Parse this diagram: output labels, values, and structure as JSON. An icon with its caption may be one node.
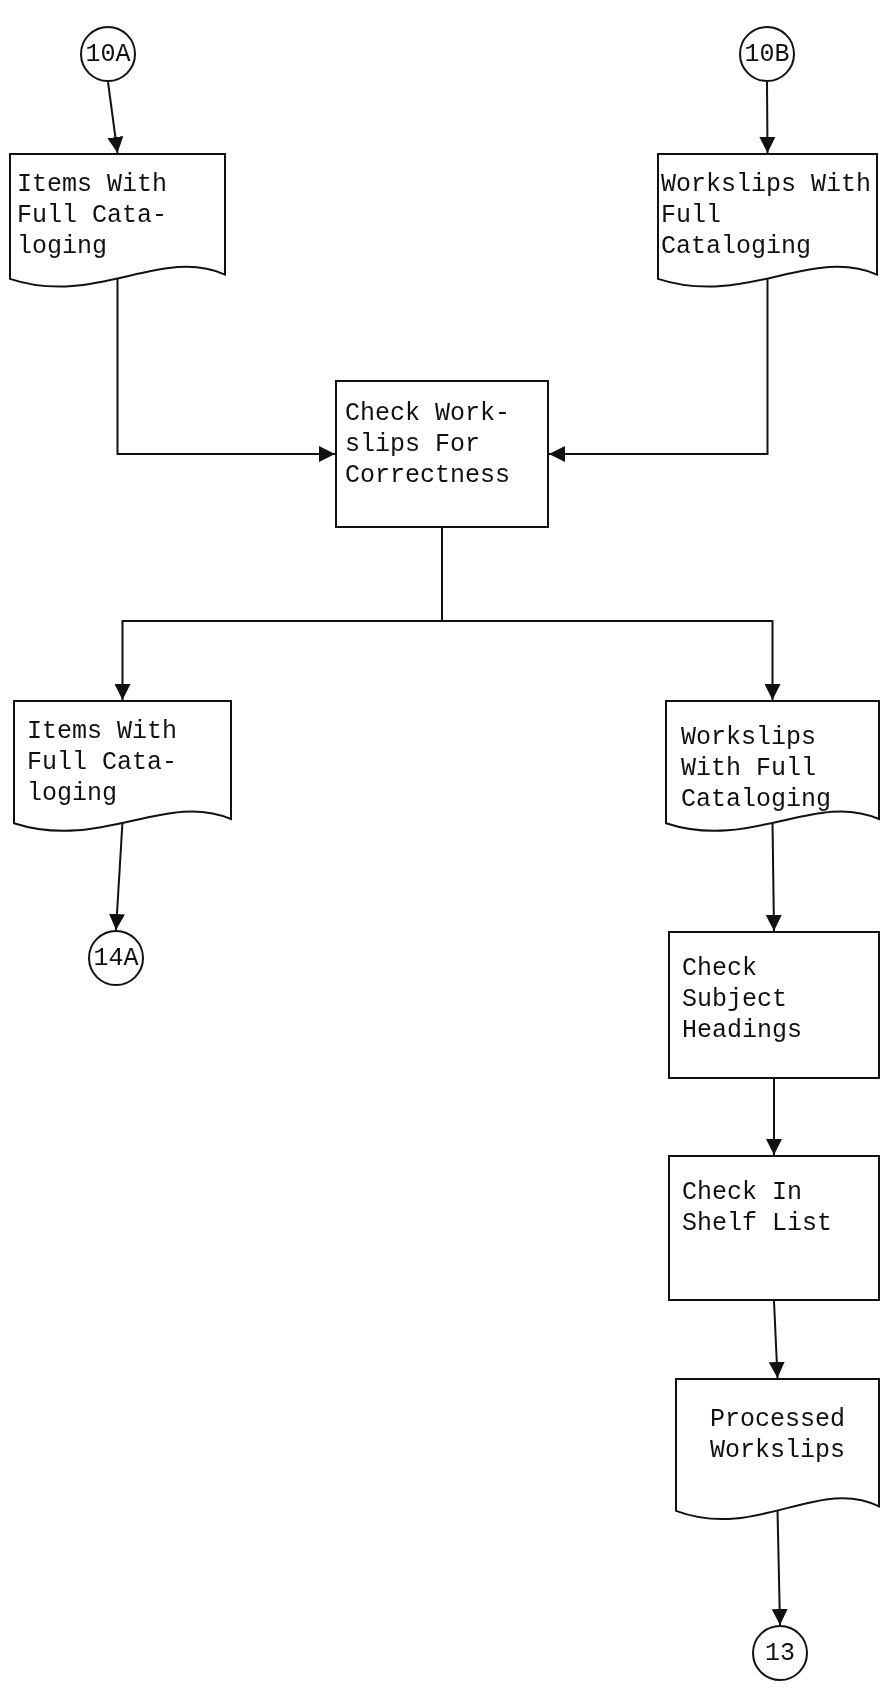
{
  "diagram": {
    "nodes": [
      {
        "text": [
          "10A"
        ]
      },
      {
        "text": [
          "10B"
        ]
      },
      {
        "text": [
          "Items With Full Cata- loging"
        ]
      },
      {
        "text": [
          "Workslips With Full Cataloging"
        ]
      },
      {
        "text": [
          "Check Work- slips For Correctness"
        ]
      },
      {
        "text": [
          "Items With Full Cata- loging"
        ]
      },
      {
        "text": [
          "Workslips With Full Cataloging"
        ]
      },
      {
        "text": [
          "14A"
        ]
      },
      {
        "text": [
          "Check Subject Headings"
        ]
      },
      {
        "text": [
          "Check In Shelf List"
        ]
      },
      {
        "text": [
          "Processed Workslips"
        ]
      },
      {
        "text": [
          "13"
        ]
      }
    ],
    "edges": [
      {
        "from": 0,
        "to": 2,
        "arrow": "to"
      },
      {
        "from": 1,
        "to": 3,
        "arrow": "to"
      },
      {
        "from": 2,
        "to": 4,
        "arrow": "to"
      },
      {
        "from": 3,
        "to": 4,
        "arrow": "to"
      },
      {
        "from": 4,
        "to": 5,
        "arrow": "to"
      },
      {
        "from": 4,
        "to": 6,
        "arrow": "to"
      },
      {
        "from": 5,
        "to": 7,
        "arrow": "to"
      },
      {
        "from": 6,
        "to": 8,
        "arrow": "to"
      },
      {
        "from": 8,
        "to": 9,
        "arrow": "to"
      },
      {
        "from": 9,
        "to": 10,
        "arrow": "to"
      },
      {
        "from": 10,
        "to": 11,
        "arrow": "to"
      }
    ]
  }
}
